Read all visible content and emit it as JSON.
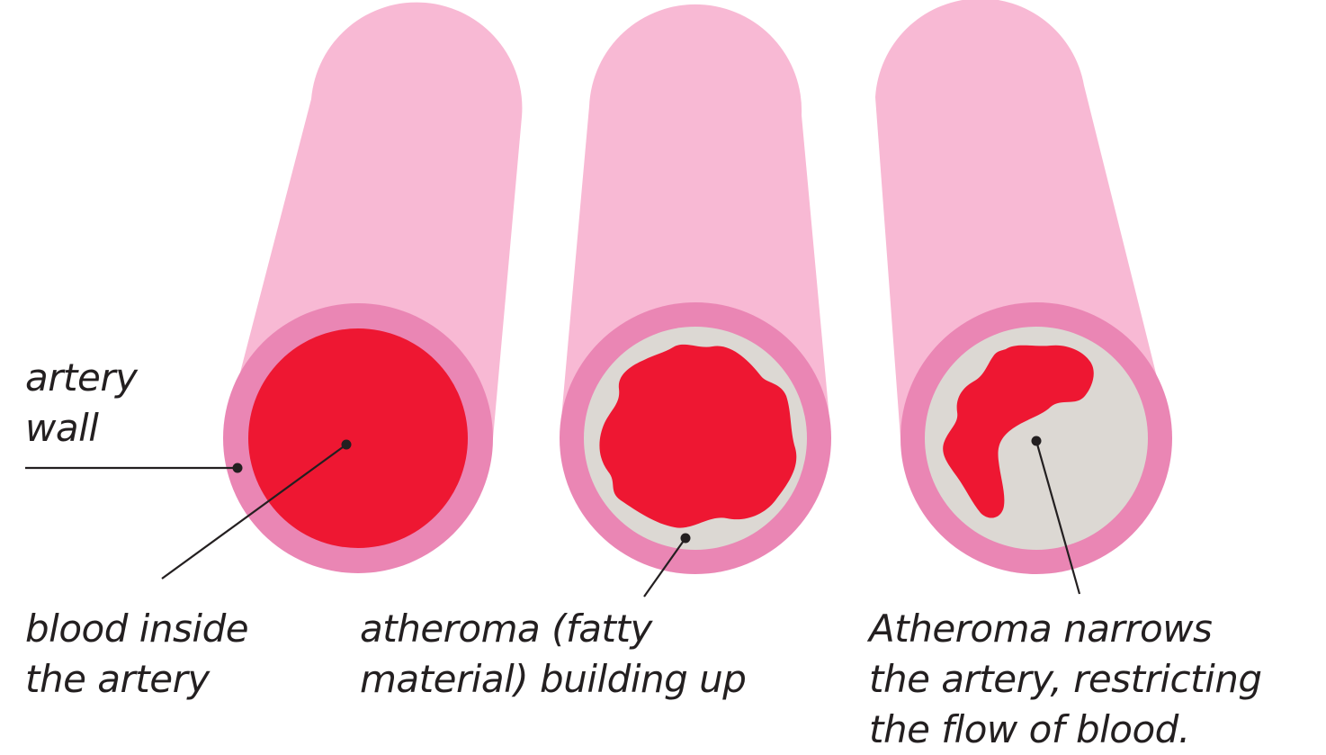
{
  "labels": {
    "artery_wall": [
      "artery",
      "wall"
    ],
    "blood": [
      "blood inside",
      "the artery"
    ],
    "atheroma": [
      "atheroma (fatty",
      "material) building up"
    ],
    "narrows": [
      "Atheroma narrows",
      "the artery, restricting",
      "the flow of blood."
    ]
  },
  "colors": {
    "artery_body": "#f8b9d4",
    "artery_wall_ring": "#ea86b4",
    "blood": "#ee1732",
    "atheroma": "#dcd8d3",
    "line": "#231f20"
  }
}
